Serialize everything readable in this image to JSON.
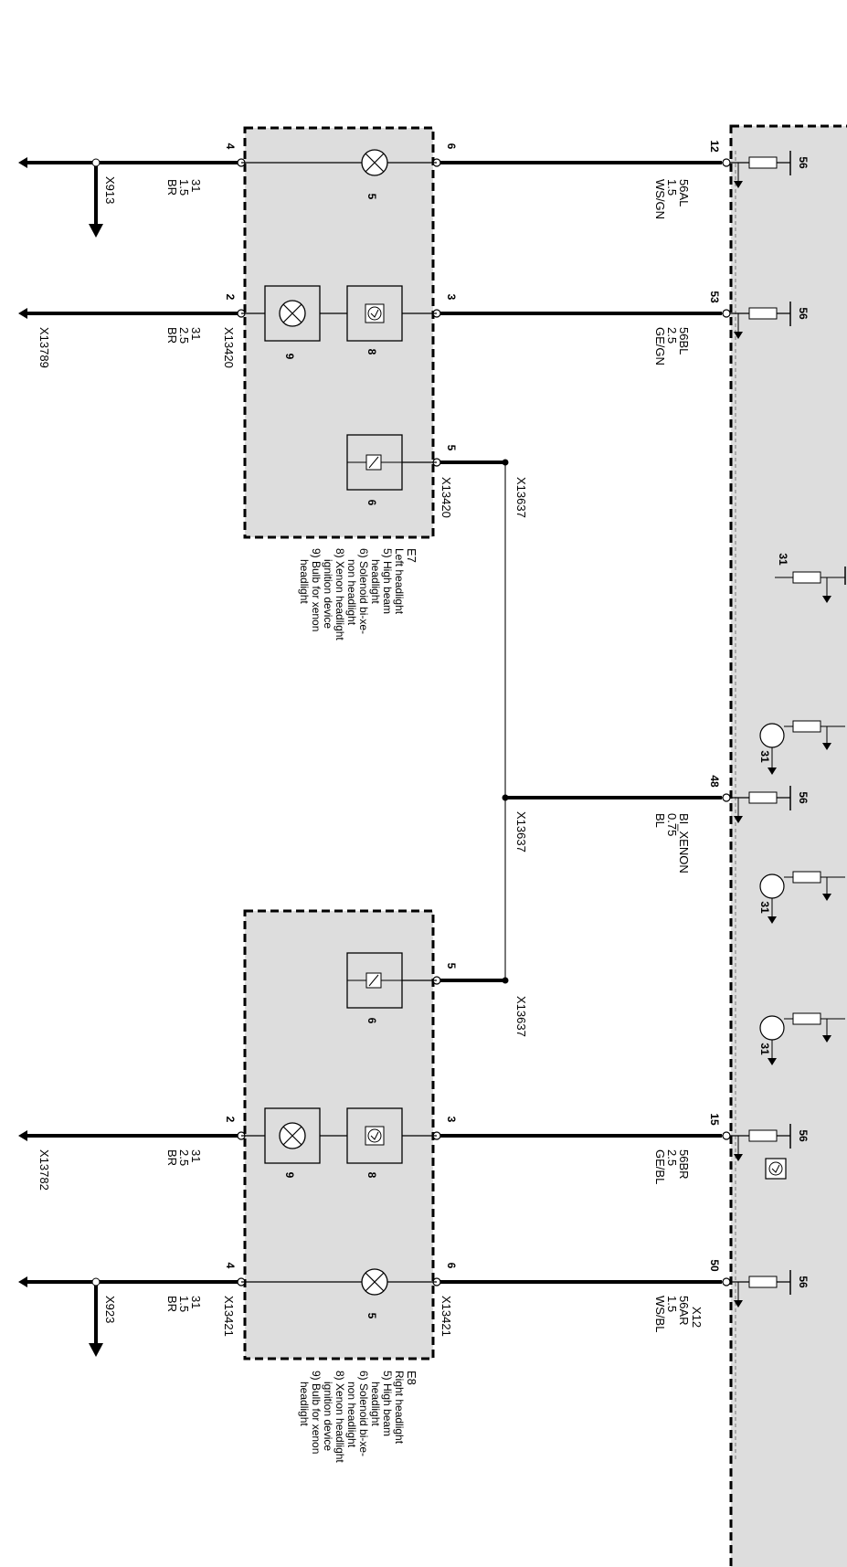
{
  "module_pins": [
    "12",
    "53",
    "48",
    "15",
    "50"
  ],
  "module_fuse_label": "56",
  "module_ground_label": "31",
  "module_connector": "X12",
  "left_headlight": {
    "id": "E7",
    "pins": {
      "p6": "6",
      "p3": "3",
      "p5": "5",
      "p4": "4",
      "p2": "2"
    },
    "connector_top": "X13420",
    "connector_bottom": "X13420",
    "component_numbers": {
      "c5": "5",
      "c8": "8",
      "c9": "9",
      "c6": "6"
    },
    "legend": [
      "Left headlight",
      "5) High beam",
      "headlight",
      "6) Solenoid bi-xe-",
      "non headlight",
      "8) Xenon headlight",
      "ignition device",
      "9) Bulb for xenon",
      "headlight"
    ]
  },
  "right_headlight": {
    "id": "E8",
    "pins": {
      "p6": "6",
      "p3": "3",
      "p5": "5",
      "p4": "4",
      "p2": "2"
    },
    "connector_top": "X13421",
    "connector_bottom": "X13421",
    "component_numbers": {
      "c5": "5",
      "c8": "8",
      "c9": "9",
      "c6": "6"
    },
    "legend": [
      "Right headlight",
      "5) High beam",
      "headlight",
      "6) Solenoid bi-xe-",
      "non headlight",
      "8) Xenon headlight",
      "ignition device",
      "9) Bulb for xenon",
      "headlight"
    ]
  },
  "wires": {
    "w56al": [
      "56AL",
      "1.5",
      "WS/GN"
    ],
    "w56bl": [
      "56BL",
      "2.5",
      "GE/GN"
    ],
    "wxenon": [
      "BI_XENON",
      "0.75",
      "BL"
    ],
    "w56br": [
      "56BR",
      "2.5",
      "GE/BL"
    ],
    "w56ar": [
      "56AR",
      "1.5",
      "WS/BL"
    ],
    "g_l4": [
      "31",
      "1.5",
      "BR"
    ],
    "g_l2": [
      "31",
      "2.5",
      "BR"
    ],
    "g_r2": [
      "31",
      "2.5",
      "BR"
    ],
    "g_r4": [
      "31",
      "1.5",
      "BR"
    ]
  },
  "splices": {
    "s1": "X13637",
    "s2": "X13637",
    "s3": "X13637"
  },
  "grounds": {
    "x913": "X913",
    "x13789": "X13789",
    "x13782": "X13782",
    "x923": "X923"
  }
}
